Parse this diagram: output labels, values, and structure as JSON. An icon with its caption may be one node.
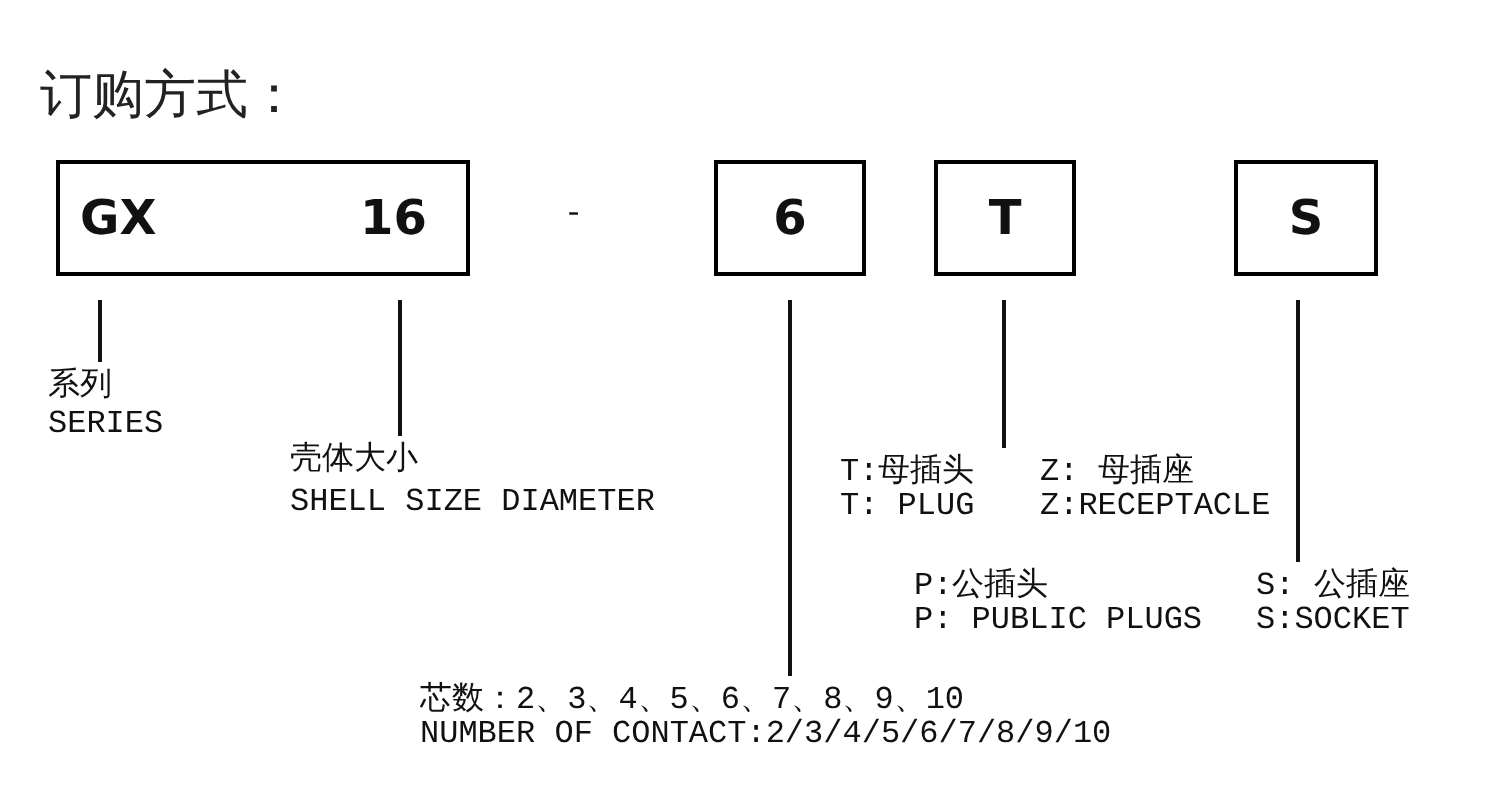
{
  "diagram": {
    "title": "订购方式：",
    "nodes": [
      {
        "text": [
          "GX",
          "16"
        ]
      },
      {
        "text": [
          "6"
        ]
      },
      {
        "text": [
          "T"
        ]
      },
      {
        "text": [
          "S"
        ]
      },
      {
        "text": [
          "系列",
          "SERIES"
        ]
      },
      {
        "text": [
          "壳体大小",
          "SHELL SIZE DIAMETER"
        ]
      },
      {
        "text": [
          "T:母插头",
          "Z: 母插座",
          "T: PLUG",
          "Z:RECEPTACLE"
        ]
      },
      {
        "text": [
          "S: 公插座",
          "S:SOCKET"
        ]
      },
      {
        "text": [
          "芯数：2、3、4、5、6、7、8、9、10",
          "NUMBER OF CONTACT:2/3/4/5/6/7/8/9/10"
        ]
      }
    ],
    "edges": [
      {
        "from": 4,
        "to": 0,
        "arrow": "none"
      },
      {
        "from": 5,
        "to": 0,
        "arrow": "none"
      },
      {
        "from": 8,
        "to": 1,
        "arrow": "none"
      },
      {
        "from": 6,
        "to": 2,
        "arrow": "none"
      },
      {
        "from": 7,
        "to": 3,
        "arrow": "none"
      }
    ],
    "labels": [
      "-",
      "P:公插头",
      "P: PUBLIC PLUGS"
    ]
  }
}
